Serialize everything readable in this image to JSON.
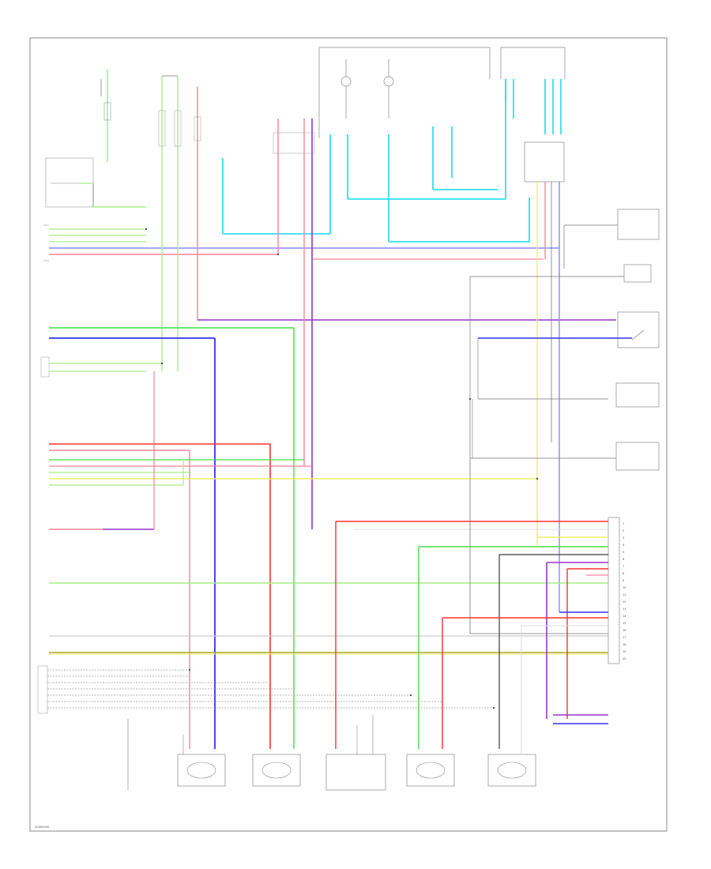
{
  "diagram": {
    "wire_colors": {
      "blk": "#3a3a3a",
      "red": "#ff3030",
      "pink": "#ff8098",
      "green": "#44dd44",
      "ltgreen": "#a8ee88",
      "blue": "#3333ff",
      "ltblue": "#30e0f0",
      "purple": "#9933cc",
      "yellow": "#eeee66",
      "olive": "#aaaa22",
      "gray": "#999999",
      "white": "#dddddd"
    },
    "connector_pins": [
      "1",
      "2",
      "3",
      "4",
      "5",
      "6",
      "7",
      "8",
      "9",
      "10",
      "11",
      "12",
      "13",
      "14",
      "15",
      "16",
      "17",
      "18",
      "19",
      "20"
    ],
    "footer_code": "00000000"
  }
}
